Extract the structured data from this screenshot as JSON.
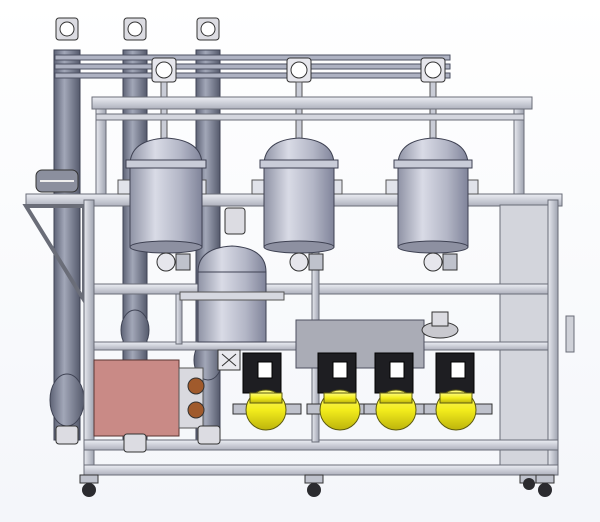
{
  "scene": {
    "subject": "cad-render-skid-mounted-reactor-system",
    "background_color": "#ffffff",
    "colors": {
      "frame": "#c9ccd6",
      "frame_edge": "#6a6d78",
      "vessel": "#b9bccb",
      "vessel_dark": "#8d90a1",
      "column": "#7f8597",
      "pump_body": "#f2ef2a",
      "pump_edge": "#5c5a10",
      "motor": "#1e1e22",
      "heater_box": "#c98a86",
      "valve": "#dcdce2",
      "wheel": "#2b2b2f"
    },
    "counts": {
      "top_reactor_vessels": 3,
      "lower_receiver_vessels": 1,
      "metering_pumps": 4,
      "vertical_columns": 3,
      "caster_wheels": 4
    }
  }
}
